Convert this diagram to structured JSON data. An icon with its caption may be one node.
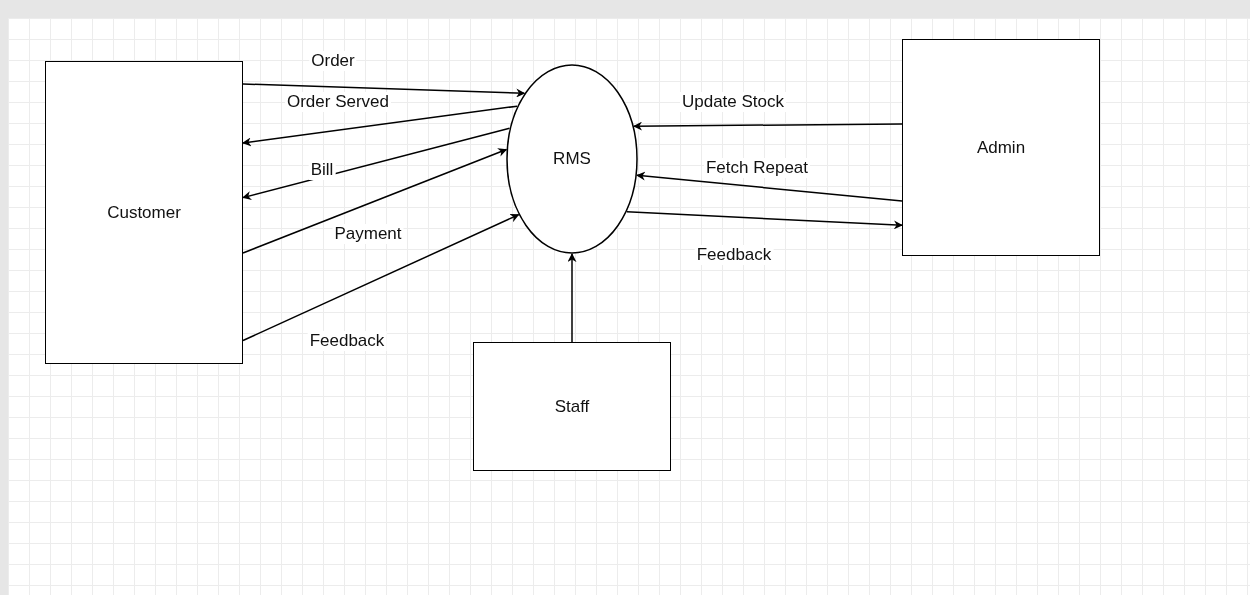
{
  "diagram": {
    "nodes": [
      {
        "text": [
          "Customer"
        ]
      },
      {
        "text": [
          "RMS"
        ]
      },
      {
        "text": [
          "Admin"
        ]
      },
      {
        "text": [
          "Staff"
        ]
      }
    ],
    "edges": [
      {
        "from": 0,
        "to": 1,
        "arrow": "to",
        "label": "Order"
      },
      {
        "from": 1,
        "to": 0,
        "arrow": "to",
        "label": "Order Served"
      },
      {
        "from": 1,
        "to": 0,
        "arrow": "to",
        "label": "Bill"
      },
      {
        "from": 0,
        "to": 1,
        "arrow": "to",
        "label": "Payment"
      },
      {
        "from": 0,
        "to": 1,
        "arrow": "to",
        "label": "Feedback"
      },
      {
        "from": 2,
        "to": 1,
        "arrow": "to",
        "label": "Update Stock"
      },
      {
        "from": 2,
        "to": 1,
        "arrow": "to",
        "label": "Fetch Repeat"
      },
      {
        "from": 1,
        "to": 2,
        "arrow": "to",
        "label": "Feedback"
      },
      {
        "from": 3,
        "to": 1,
        "arrow": "to"
      }
    ]
  }
}
